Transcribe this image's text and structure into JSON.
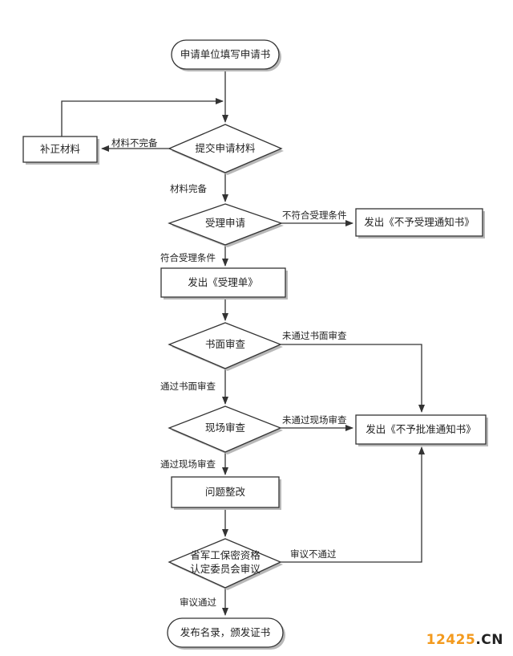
{
  "nodes": {
    "start": "申请单位填写申请书",
    "submit": "提交申请材料",
    "supplement": "补正材料",
    "accept": "受理申请",
    "reject_notice": "发出《不予受理通知书》",
    "accept_form": "发出《受理单》",
    "doc_review": "书面审查",
    "deny_notice": "发出《不予批准通知书》",
    "site_review": "现场审查",
    "rectify": "问题整改",
    "committee_line1": "省军工保密资格",
    "committee_line2": "认定委员会审议",
    "publish": "发布名录，颁发证书"
  },
  "edges": {
    "incomplete": "材料不完备",
    "complete": "材料完备",
    "not_qualified": "不符合受理条件",
    "qualified": "符合受理条件",
    "doc_fail": "未通过书面审查",
    "doc_pass": "通过书面审查",
    "site_fail": "未通过现场审查",
    "site_pass": "通过现场审查",
    "review_fail": "审议不通过",
    "review_pass": "审议通过"
  },
  "watermark": {
    "number": "12425",
    "domain": ".CN"
  }
}
